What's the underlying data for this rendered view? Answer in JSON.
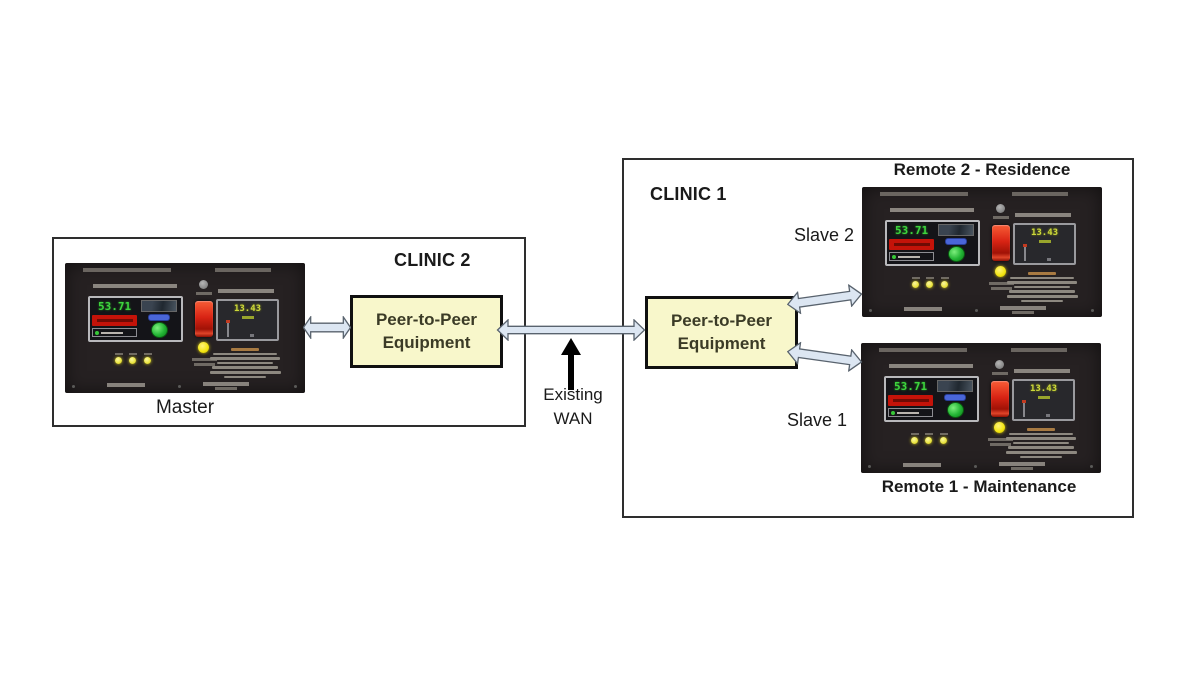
{
  "clinic2": {
    "title": "CLINIC 2",
    "device_label": "Master",
    "p2p": {
      "line1": "Peer-to-Peer",
      "line2": "Equipment"
    }
  },
  "clinic1": {
    "title": "CLINIC 1",
    "slave2_label": "Slave 2",
    "slave1_label": "Slave 1",
    "remote2_title": "Remote 2 - Residence",
    "remote1_title": "Remote 1 - Maintenance",
    "p2p": {
      "line1": "Peer-to-Peer",
      "line2": "Equipment"
    }
  },
  "wan": {
    "line1": "Existing",
    "line2": "WAN"
  },
  "devices": {
    "master": {
      "primary_reading": "53.71",
      "secondary_reading": "13.43"
    },
    "slave2": {
      "primary_reading": "53.71",
      "secondary_reading": "13.43"
    },
    "slave1": {
      "primary_reading": "53.71",
      "secondary_reading": "13.43"
    }
  },
  "colors": {
    "p2p_box_fill": "#f8f7cb",
    "arrow_fill": "#dce6f2",
    "panel_background": "#262122",
    "primary_reading_green": "#3ed43e",
    "secondary_reading_yellow": "#ccd83a",
    "switch_red": "#d92414",
    "indicator_yellow": "#f2e40e",
    "alert_banner_red": "#c41309"
  }
}
